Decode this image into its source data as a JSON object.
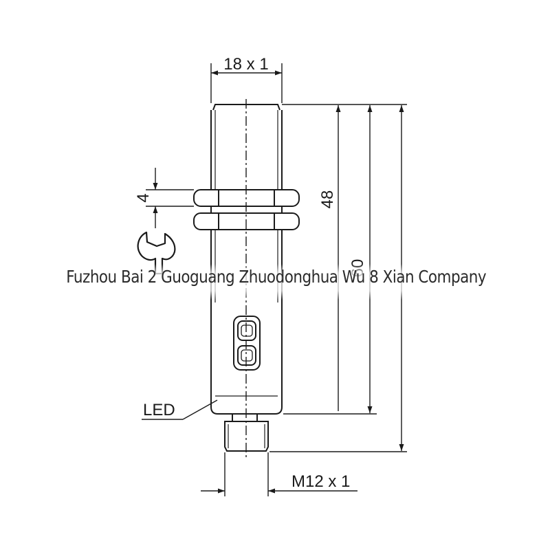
{
  "diagram": {
    "labels": {
      "thread_top": "18 x 1",
      "nut_thickness": "4",
      "length_48": "48",
      "length_60": "60",
      "led": "LED",
      "connector_thread": "M12 x 1"
    },
    "watermark": "Fuzhou Bai 2 Guoguang Zhuodonghua Wu 8 Xian Company",
    "colors": {
      "line": "#1a1a1a",
      "background": "#ffffff"
    },
    "icons": [
      "wrench-icon",
      "led-window-icon"
    ]
  }
}
